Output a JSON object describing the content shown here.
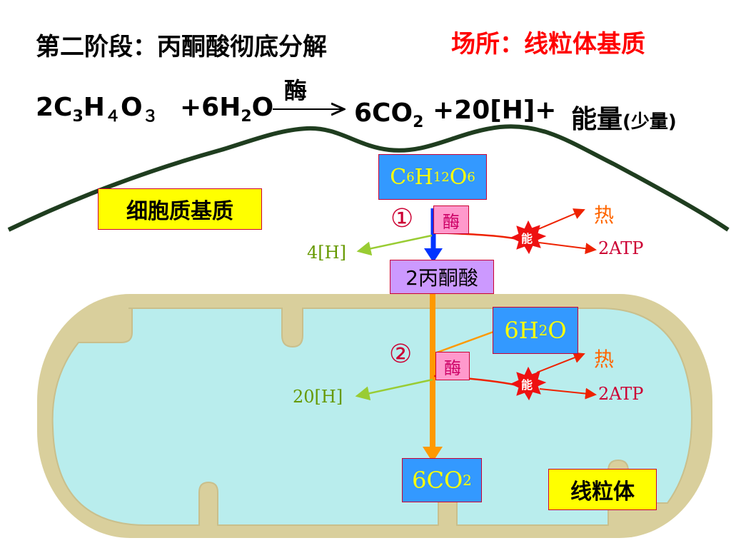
{
  "title": "第二阶段：丙酮酸彻底分解",
  "site_label": "场所：线粒体基质",
  "equation": {
    "reactant1_coef": "2C",
    "reactant1_c_sub": "3",
    "reactant1_h": "H",
    "reactant1_h_sub": "４",
    "reactant1_o": "O",
    "reactant1_o_sub": "３",
    "reactant2_plus": "+6H",
    "reactant2_h_sub": "2",
    "reactant2_o": "O",
    "enzyme": "酶",
    "product1": "6CO",
    "product1_sub": "2",
    "product2": "+20[H]+",
    "product3": "能量",
    "product3_note": "(少量)"
  },
  "cytoplasm_label": "细胞质基质",
  "mitochondria_label": "线粒体",
  "glucose": {
    "c": "C",
    "c_sub": "6",
    "h": "H",
    "h_sub": "12",
    "o": "O",
    "o_sub": "6"
  },
  "step1": {
    "number": "①",
    "enzyme": "酶",
    "hydrogen": "4[H]",
    "energy": "能",
    "heat": "热",
    "atp": "2ATP"
  },
  "pyruvate": "2丙酮酸",
  "water": {
    "h": "6H",
    "h_sub": "2",
    "o": "O"
  },
  "step2": {
    "number": "②",
    "enzyme": "酶",
    "hydrogen": "20[H]",
    "energy": "能",
    "heat": "热",
    "atp": "2ATP"
  },
  "co2": {
    "c": "6CO",
    "c_sub": "2"
  },
  "colors": {
    "membrane_curve": "#1f3d1f",
    "mito_outer": "#d9cf9c",
    "mito_matrix": "#b9eded",
    "arrow_blue": "#0033ff",
    "arrow_orange": "#ff9900",
    "line_green": "#99cc33",
    "line_red": "#ee2200",
    "burst_red": "#ee1111"
  }
}
